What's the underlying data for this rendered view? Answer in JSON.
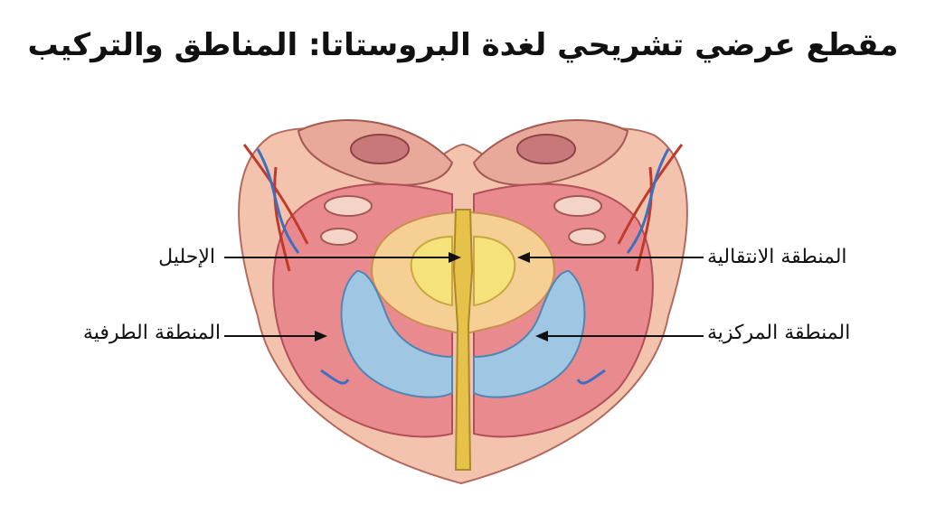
{
  "title": "مقطع عرضي تشريحي لغدة البروستاتا: المناطق والتركيب",
  "labels": {
    "urethra": "الإحليل",
    "peripheral_zone": "المنطقة الطرفية",
    "transition_zone": "المنطقة الانتقالية",
    "central_zone": "المنطقة المركزية"
  },
  "colors": {
    "peripheral_zone": "#e98a8e",
    "central_zone": "#9fc7e3",
    "transition_zone": "#f6cf94",
    "inner_transition": "#f6e27a",
    "urethra": "#e6c24a",
    "capsule": "#f4c3ad",
    "vessel_red": "#c0392b",
    "vessel_blue": "#3b6fc0"
  }
}
